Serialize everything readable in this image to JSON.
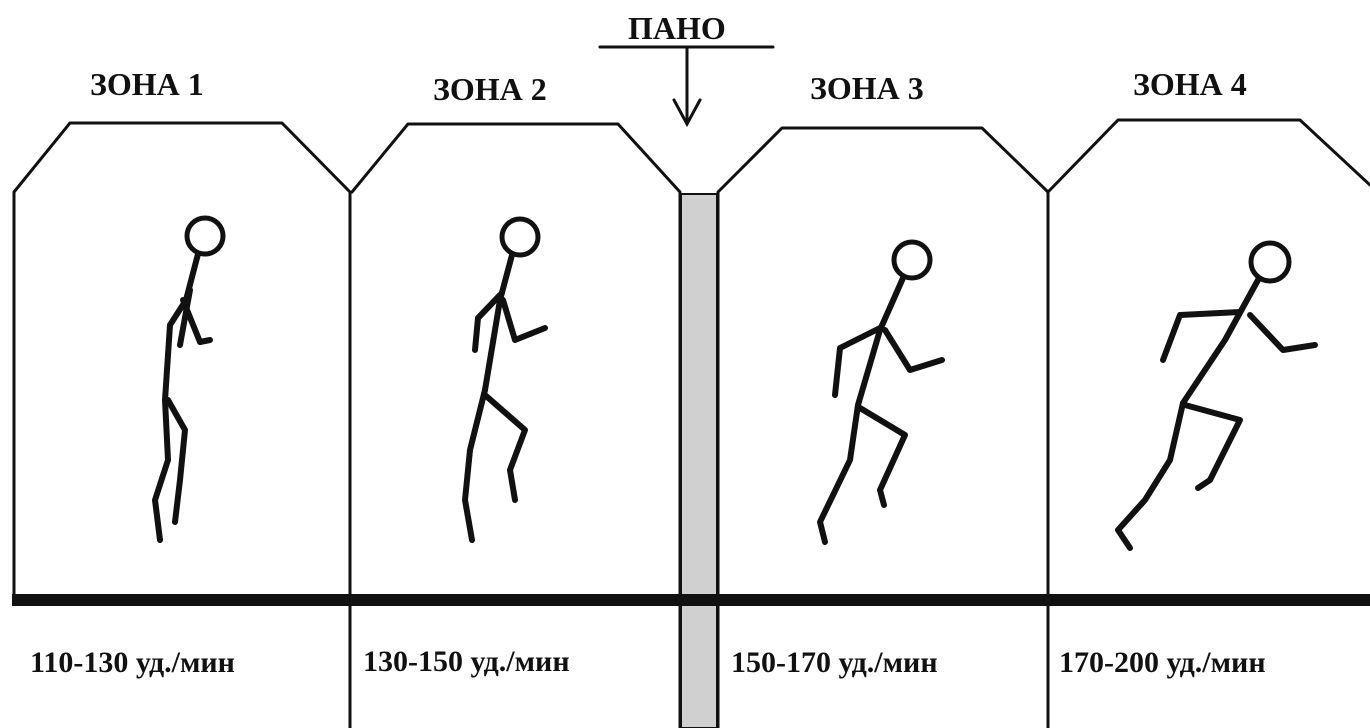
{
  "pano": {
    "label": "ПАНО"
  },
  "zones": [
    {
      "title": "ЗОНА 1",
      "rate": "110-130 уд./мин",
      "figure": "walking-figure"
    },
    {
      "title": "ЗОНА 2",
      "rate": "130-150 уд./мин",
      "figure": "jogging-figure"
    },
    {
      "title": "ЗОНА 3",
      "rate": "150-170 уд./мин",
      "figure": "running-figure"
    },
    {
      "title": "ЗОНА 4",
      "rate": "170-200 уд./мин",
      "figure": "sprinting-figure"
    }
  ],
  "colors": {
    "line": "#111111",
    "panel": "#d0d0d0",
    "background": "#ffffff"
  }
}
